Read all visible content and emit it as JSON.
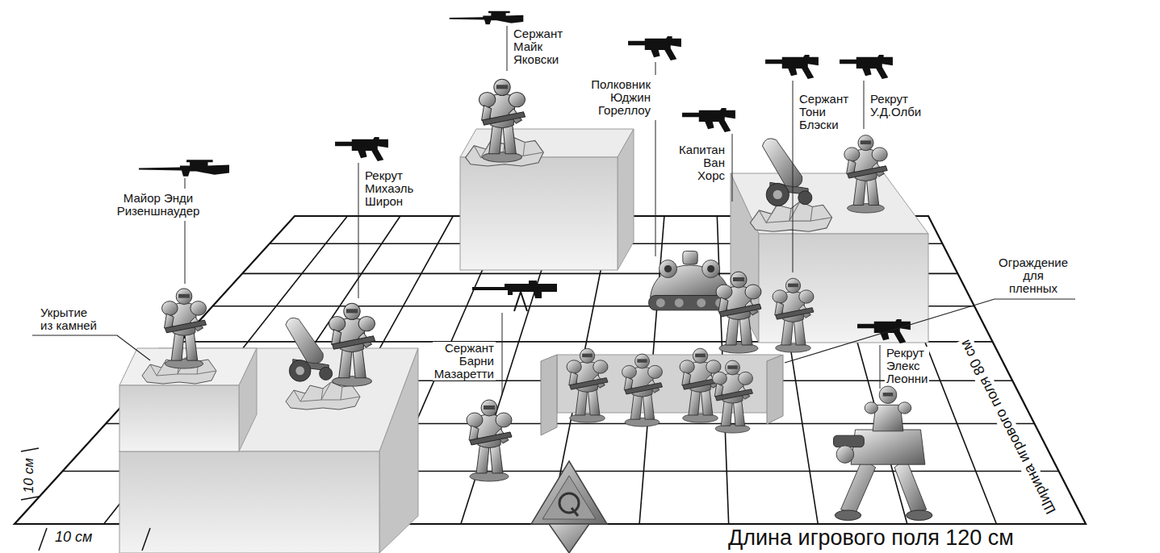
{
  "diagram": {
    "labels": [
      "Сержант Майк Яковски",
      "Полковник Юджин Гореллоу",
      "Сержант Тони Блэски",
      "Рекрут У.Д.Олби",
      "Капитан Ван Хорс",
      "Майор Энди Ризеншнаудер",
      "Рекрут Михаэль Широн",
      "Укрытие из камней",
      "Ограждение для пленных",
      "Сержант Барни Мазаретти",
      "Рекрут Элекс Леонни",
      "10 см",
      "10 см",
      "Длина игрового поля 120 см",
      "Ширина игрового поля 80 см"
    ]
  }
}
